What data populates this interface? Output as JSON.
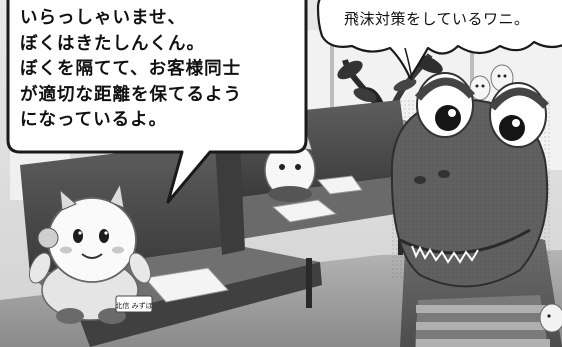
{
  "speech_left": {
    "lines": [
      "いらっしゃいませ、",
      "ぼくはきたしんくん。",
      "ぼくを隔てて、お客様同士",
      "が適切な距離を保てるよう",
      "になっているよ。"
    ]
  },
  "speech_right": {
    "text": "飛沫対策をしているワニ。"
  },
  "mascot_badge": {
    "text": "北信 みずほ"
  },
  "colors": {
    "ink": "#111111",
    "bubble_fill": "#ffffff",
    "floor": "#9a9a9a",
    "sofa": "#4a4a4a"
  }
}
